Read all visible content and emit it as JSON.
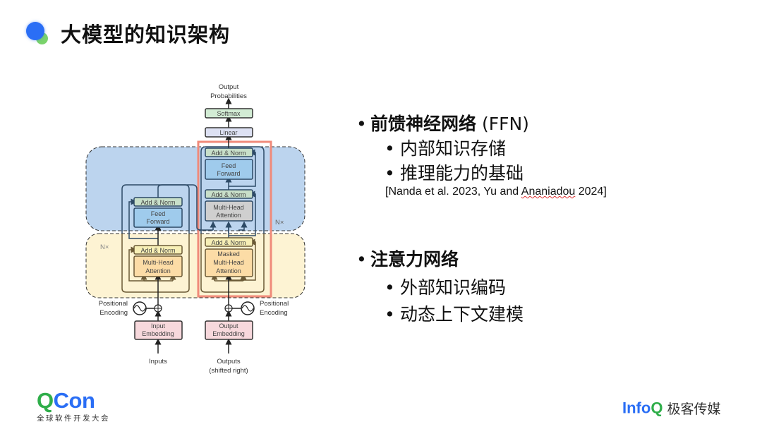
{
  "slide": {
    "title": "大模型的知识架构"
  },
  "diagram": {
    "output_probabilities": [
      "Output",
      "Probabilities"
    ],
    "softmax": "Softmax",
    "linear": "Linear",
    "decoder": {
      "add_norm_top": "Add & Norm",
      "feed_forward": [
        "Feed",
        "Forward"
      ],
      "add_norm_mid": "Add & Norm",
      "multi_head_attention": [
        "Multi-Head",
        "Attention"
      ],
      "add_norm_bottom": "Add & Norm",
      "masked_attention": [
        "Masked",
        "Multi-Head",
        "Attention"
      ],
      "nx": "N×"
    },
    "encoder": {
      "add_norm_top": "Add & Norm",
      "feed_forward": [
        "Feed",
        "Forward"
      ],
      "add_norm_bottom": "Add & Norm",
      "multi_head_attention": [
        "Multi-Head",
        "Attention"
      ],
      "nx": "N×"
    },
    "positional_encoding_left": [
      "Positional",
      "Encoding"
    ],
    "positional_encoding_right": [
      "Positional",
      "Encoding"
    ],
    "input_embedding": [
      "Input",
      "Embedding"
    ],
    "output_embedding": [
      "Output",
      "Embedding"
    ],
    "inputs_label": "Inputs",
    "outputs_label": [
      "Outputs",
      "(shifted right)"
    ],
    "colors": {
      "ffn_region": "#bcd4ee",
      "attention_region": "#fdf3d3",
      "highlight_border": "#f08a7a",
      "add_norm_green": "#c8dfc9",
      "add_norm_yellow": "#f7efb6",
      "feed_forward_blue": "#9fcbec",
      "attention_orange": "#fcdca6",
      "attention_gray": "#cfcfcf",
      "embedding_pink": "#f7d8dc",
      "softmax_green": "#d2ecd4",
      "linear_lavender": "#dde1f3"
    }
  },
  "bullets": {
    "ffn": {
      "heading": "前馈神经网络",
      "suffix": " (FFN)",
      "items": [
        "内部知识存储",
        "推理能力的基础"
      ],
      "citation_prefix": "[Nanda et al. 2023, Yu and ",
      "citation_flagged": "Ananiadou",
      "citation_suffix": " 2024]"
    },
    "attention": {
      "heading": "注意力网络",
      "items": [
        "外部知识编码",
        "动态上下文建模"
      ]
    },
    "bullet_glyph": "•"
  },
  "footer": {
    "qcon_q": "Q",
    "qcon_rest": "Con",
    "qcon_subtitle": "全球软件开发大会",
    "infoq_info": "Info",
    "infoq_q": "Q",
    "infoq_cn": "极客传媒"
  }
}
